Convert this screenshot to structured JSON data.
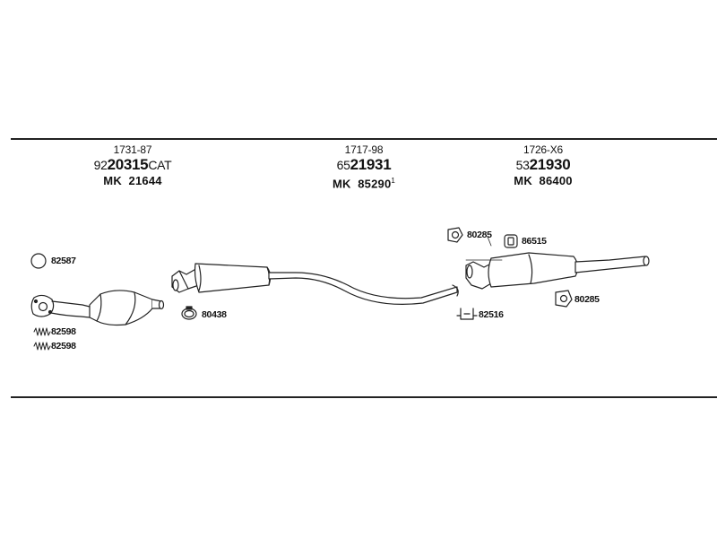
{
  "groups": [
    {
      "ref": "1731-87",
      "part_prefix": "92",
      "part_main": "20315",
      "part_suffix": "CAT",
      "mk_label": "MK",
      "mk_number": "21644",
      "mk_sup": ""
    },
    {
      "ref": "1717-98",
      "part_prefix": "65",
      "part_main": "21931",
      "part_suffix": "",
      "mk_label": "MK",
      "mk_number": "85290",
      "mk_sup": "1"
    },
    {
      "ref": "1726-X6",
      "part_prefix": "53",
      "part_main": "21930",
      "part_suffix": "",
      "mk_label": "MK",
      "mk_number": "86400",
      "mk_sup": ""
    }
  ],
  "labels": {
    "ring_gasket": "82587",
    "spring_1": "82598",
    "spring_2": "82598",
    "clamp_front": "80438",
    "hanger_top": "80285",
    "rubber_ring": "86515",
    "hanger_bottom": "80285",
    "bracket": "82516"
  }
}
